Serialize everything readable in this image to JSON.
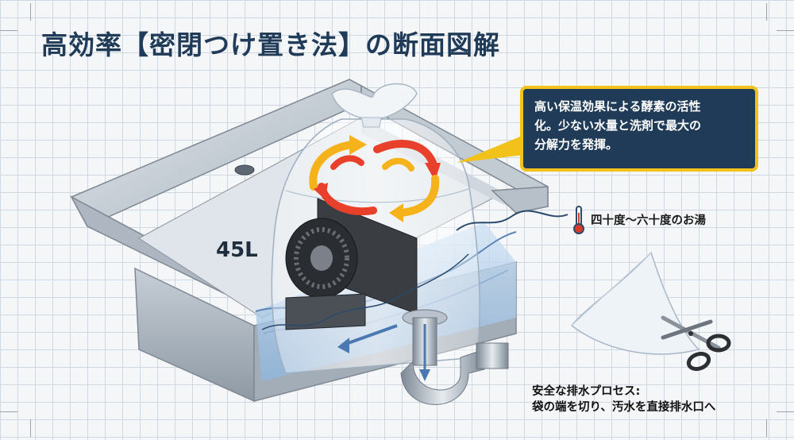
{
  "title": "高効率【密閉つけ置き法】の断面図解",
  "callout": {
    "line1": "高い保温効果による酵素の活性",
    "line2": "化。少ない水量と洗剤で最大の",
    "line3": "分解力を発揮。"
  },
  "temperature_label": "四十度〜六十度のお湯",
  "volume_label": "45L",
  "drain": {
    "title": "安全な排水プロセス:",
    "description": "袋の端を切り、汚水を直接排水口へ"
  },
  "icons": [
    "thermometer-icon",
    "scissors-icon",
    "circulation-arrows-icon"
  ],
  "colors": {
    "title": "#1f3b58",
    "callout_bg": "#1f3b58",
    "callout_border": "#f2c21a",
    "arrow_red": "#e8402a",
    "arrow_yellow": "#f6b21b",
    "water": "#a8c8e8",
    "steel": "#b9c2cc"
  }
}
